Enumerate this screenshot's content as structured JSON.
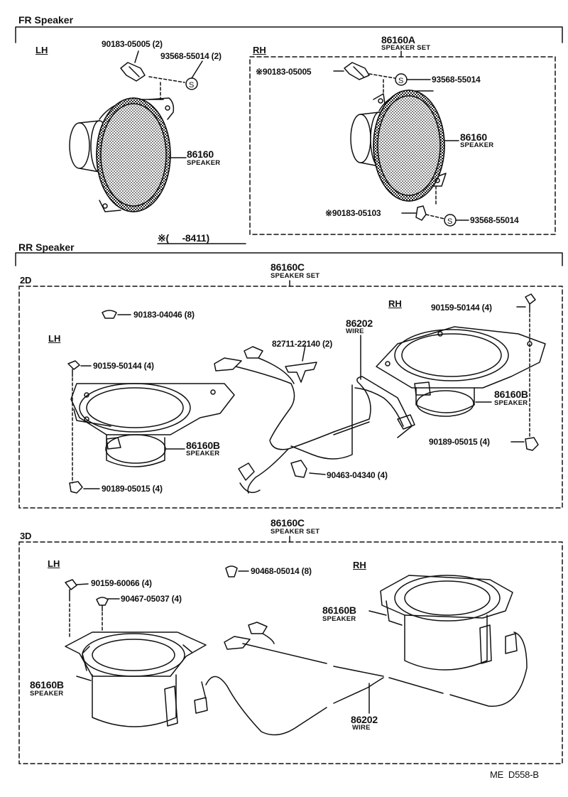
{
  "sections": {
    "fr": {
      "title": "FR Speaker",
      "lh": {
        "side": "LH",
        "bolt": "90183-05005 (2)",
        "nut": "93568-55014 (2)",
        "speaker_num": "86160",
        "speaker_name": "SPEAKER"
      },
      "rh": {
        "side": "RH",
        "set_num": "86160A",
        "set_name": "SPEAKER SET",
        "bolt_top": "※90183-05005",
        "nut_top": "93568-55014",
        "speaker_num": "86160",
        "speaker_name": "SPEAKER",
        "bolt_bottom": "※90183-05103",
        "nut_bottom": "93568-55014"
      },
      "note": "※(     -8411)"
    },
    "rr": {
      "title": "RR Speaker",
      "d2": {
        "tag": "2D",
        "set_num": "86160C",
        "set_name": "SPEAKER SET",
        "clip": "90183-04046 (8)",
        "lh_side": "LH",
        "rh_side": "RH",
        "lh_screw": "90159-50144 (4)",
        "lh_speaker_num": "86160B",
        "lh_speaker_name": "SPEAKER",
        "lh_nut": "90189-05015 (4)",
        "clamp": "82711-22140 (2)",
        "wire_num": "86202",
        "wire_name": "WIRE",
        "wire_clip": "90463-04340 (4)",
        "rh_screw": "90159-50144 (4)",
        "rh_speaker_num": "86160B",
        "rh_speaker_name": "SPEAKER",
        "rh_nut": "90189-05015 (4)"
      },
      "d3": {
        "tag": "3D",
        "set_num": "86160C",
        "set_name": "SPEAKER SET",
        "lh_side": "LH",
        "rh_side": "RH",
        "screw": "90159-60066 (4)",
        "clip_a": "90467-05037 (4)",
        "clip_b": "90468-05014 (8)",
        "lh_speaker_num": "86160B",
        "lh_speaker_name": "SPEAKER",
        "rh_speaker_num": "86160B",
        "rh_speaker_name": "SPEAKER",
        "wire_num": "86202",
        "wire_name": "WIRE"
      }
    }
  },
  "footer": {
    "code": "ME  D558-B"
  }
}
